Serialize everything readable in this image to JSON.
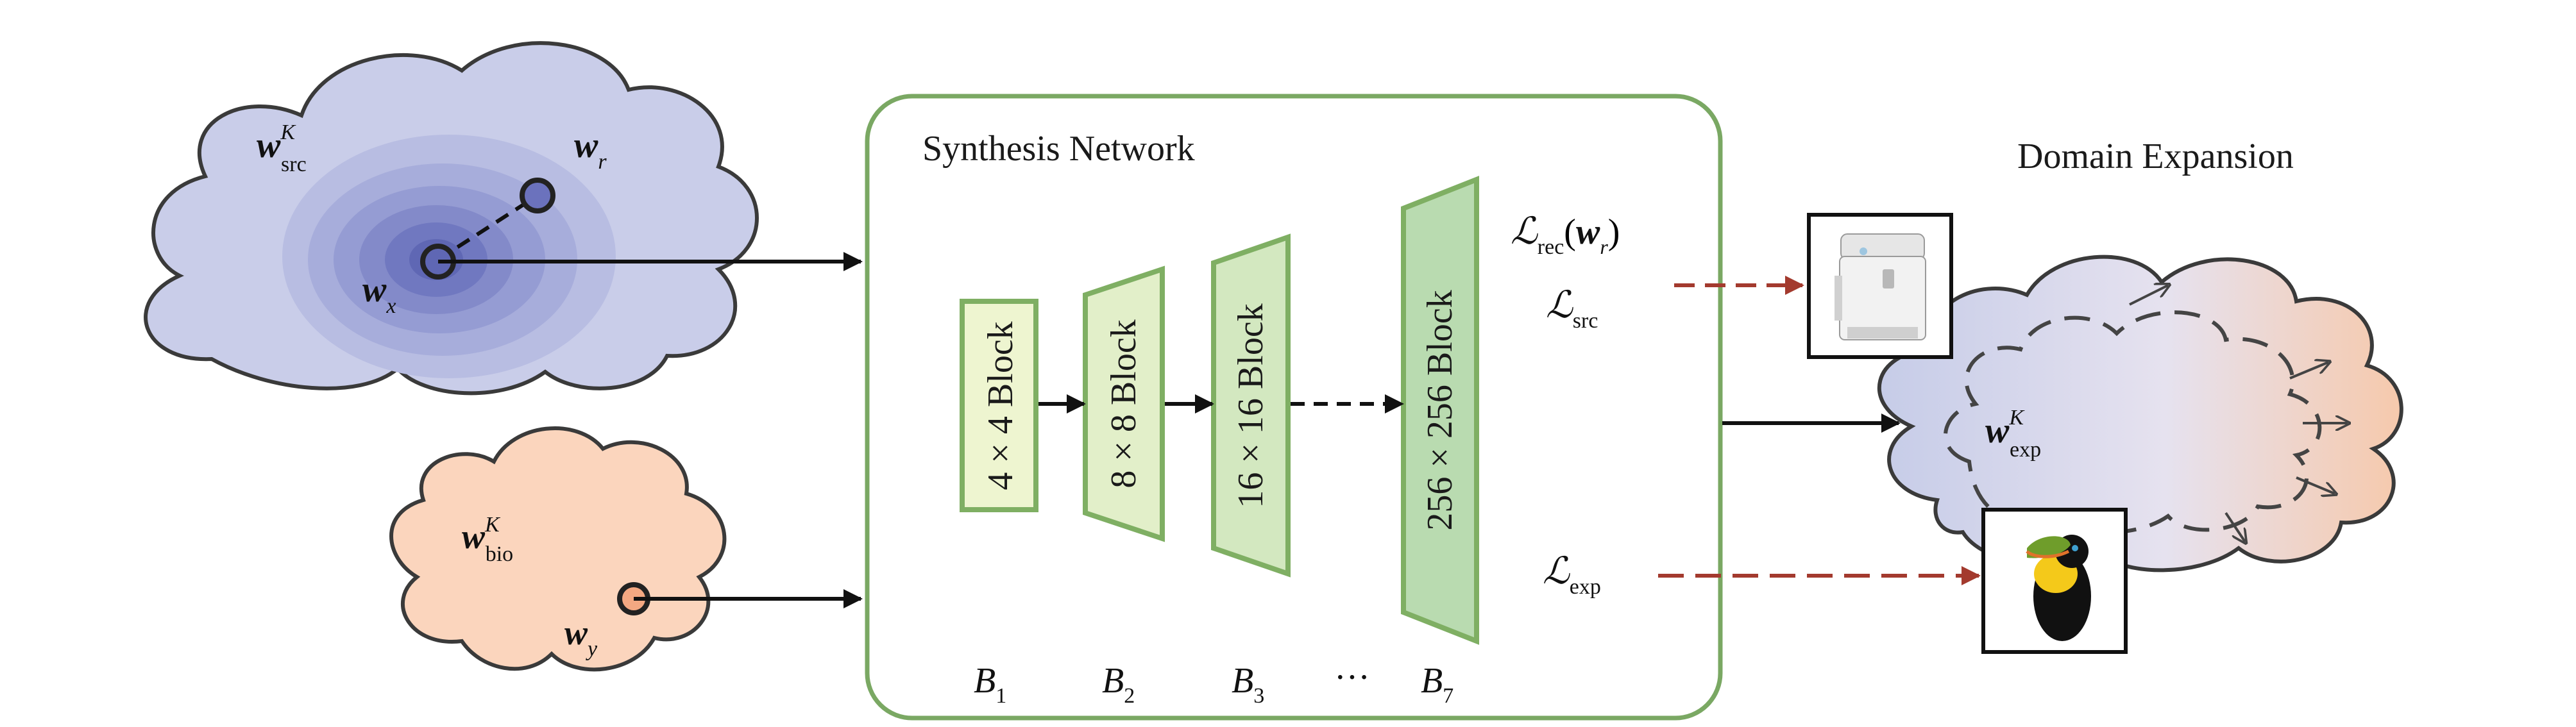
{
  "synthesis": {
    "title": "Synthesis Network",
    "blocks": [
      {
        "label": "4 × 4 Block",
        "name_letter": "B",
        "name_sub": "1"
      },
      {
        "label": "8 × 8 Block",
        "name_letter": "B",
        "name_sub": "2"
      },
      {
        "label": "16 × 16 Block",
        "name_letter": "B",
        "name_sub": "3"
      },
      {
        "label": "256 × 256 Block",
        "name_letter": "B",
        "name_sub": "7"
      }
    ],
    "ellipsis": "···"
  },
  "source_cloud": {
    "space_var": "w",
    "space_sub": "src",
    "space_sup": "K",
    "point_r_var": "w",
    "point_r_sub": "r",
    "point_x_var": "w",
    "point_x_sub": "x"
  },
  "bio_cloud": {
    "space_var": "w",
    "space_sub": "bio",
    "space_sup": "K",
    "point_y_var": "w",
    "point_y_sub": "y"
  },
  "losses": {
    "rec_symbol": "ℒ",
    "rec_sub": "rec",
    "rec_arg_open": "(",
    "rec_arg_var": "w",
    "rec_arg_sub": "r",
    "rec_arg_close": ")",
    "src_symbol": "ℒ",
    "src_sub": "src",
    "exp_symbol": "ℒ",
    "exp_sub": "exp"
  },
  "expansion": {
    "title": "Domain Expansion",
    "space_var": "w",
    "space_sub": "exp",
    "space_sup": "K"
  },
  "colors": {
    "source_cloud_fill": "#c9cde9",
    "bio_cloud_fill": "#fbd5bd",
    "block_light": "#eef5d0",
    "block_mid": "#d9ebc3",
    "block_dark": "#b9dbb0",
    "block_border": "#7faf63",
    "panel_border": "#7aa863",
    "loss_arrow": "#a33a2e",
    "outline": "#3a3a3a"
  },
  "icons": [
    "kettle-icon",
    "toucan-icon"
  ]
}
